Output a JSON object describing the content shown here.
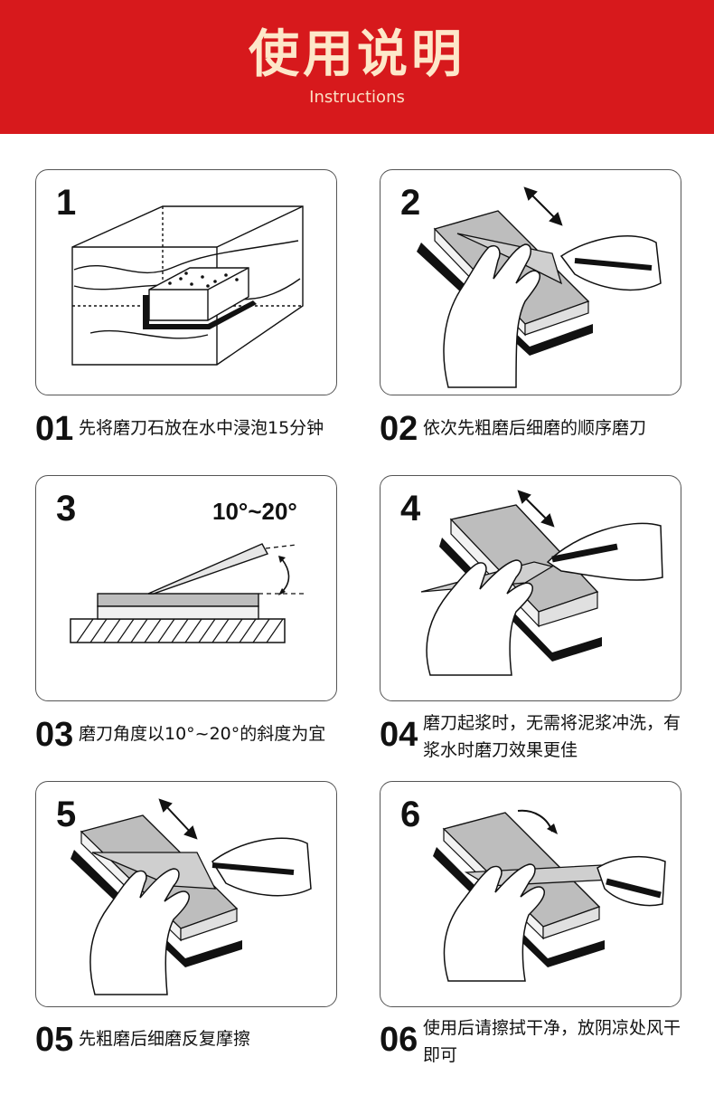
{
  "header": {
    "title": "使用说明",
    "subtitle": "Instructions"
  },
  "steps": [
    {
      "panel_number": "1",
      "caption_number": "01",
      "caption": "先将磨刀石放在水中浸泡15分钟"
    },
    {
      "panel_number": "2",
      "caption_number": "02",
      "caption": "依次先粗磨后细磨的顺序磨刀"
    },
    {
      "panel_number": "3",
      "caption_number": "03",
      "caption": "磨刀角度以10°~20°的斜度为宜",
      "angle_label": "10°~20°"
    },
    {
      "panel_number": "4",
      "caption_number": "04",
      "caption": "磨刀起浆时，无需将泥浆冲洗，有浆水时磨刀效果更佳"
    },
    {
      "panel_number": "5",
      "caption_number": "05",
      "caption": "先粗磨后细磨反复摩擦"
    },
    {
      "panel_number": "6",
      "caption_number": "06",
      "caption": "使用后请擦拭干净，放阴凉处风干即可"
    }
  ],
  "colors": {
    "header_bg": "#d7191c",
    "header_text": "#fde7c9"
  }
}
